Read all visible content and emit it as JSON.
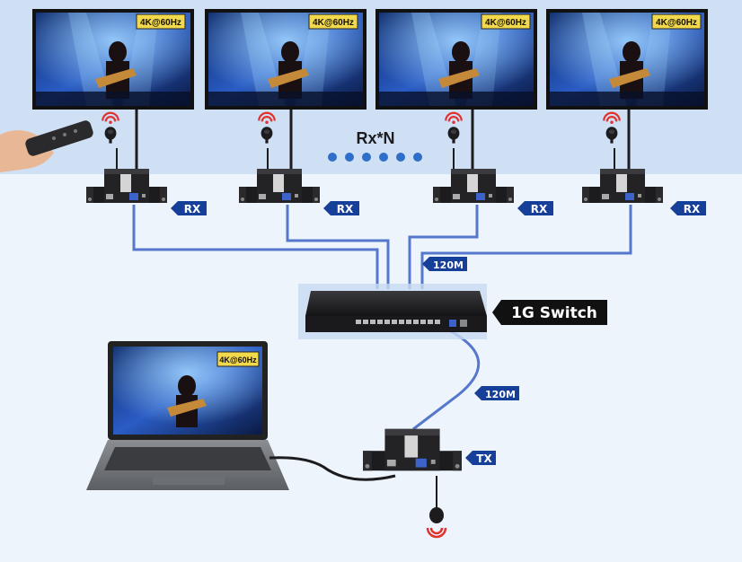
{
  "resolution_badge": "4K@60Hz",
  "rx_count_label": "Rx*N",
  "rx_label": "RX",
  "tx_label": "TX",
  "switch_label": "1G Switch",
  "distance_rx": "120M",
  "distance_tx": "120M",
  "colors": {
    "top_band": "#cfe0f4",
    "background": "#eef4fb",
    "label_blue": "#163f9a",
    "cable_blue": "#5577cc",
    "dot_blue": "#2f6fc8",
    "ir_red": "#e0322f",
    "device_dark": "#1c1c1e"
  },
  "icons": [
    "ir-signal-icon",
    "remote-hand-icon",
    "ir-receiver-icon",
    "ir-emitter-icon"
  ]
}
